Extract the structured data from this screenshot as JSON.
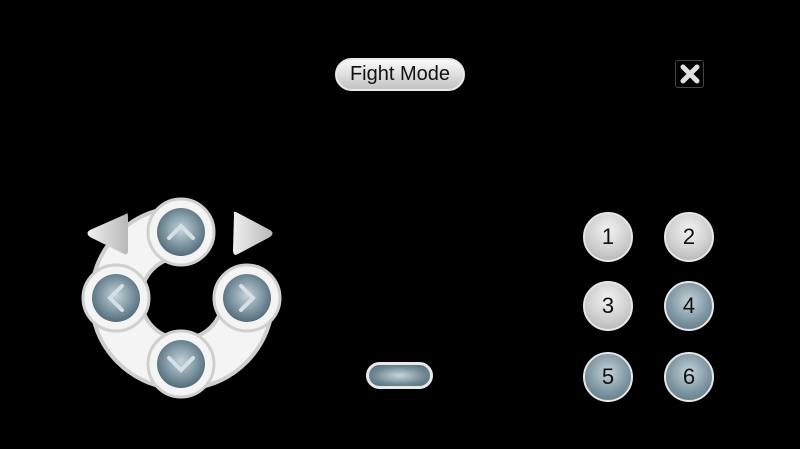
{
  "header": {
    "mode_label": "Fight Mode",
    "close_icon": "close-x-icon"
  },
  "dpad": {
    "buttons": [
      "up",
      "left",
      "right",
      "down"
    ],
    "turn_buttons": [
      "turn-left",
      "turn-right"
    ]
  },
  "action_buttons": [
    {
      "label": "1",
      "style": "silver"
    },
    {
      "label": "2",
      "style": "silver"
    },
    {
      "label": "3",
      "style": "silver"
    },
    {
      "label": "4",
      "style": "steel"
    },
    {
      "label": "5",
      "style": "steel"
    },
    {
      "label": "6",
      "style": "steel"
    }
  ],
  "colors": {
    "steel": "#6e8793",
    "silver": "#cfcfcf",
    "frame": "#f0f0f0"
  }
}
